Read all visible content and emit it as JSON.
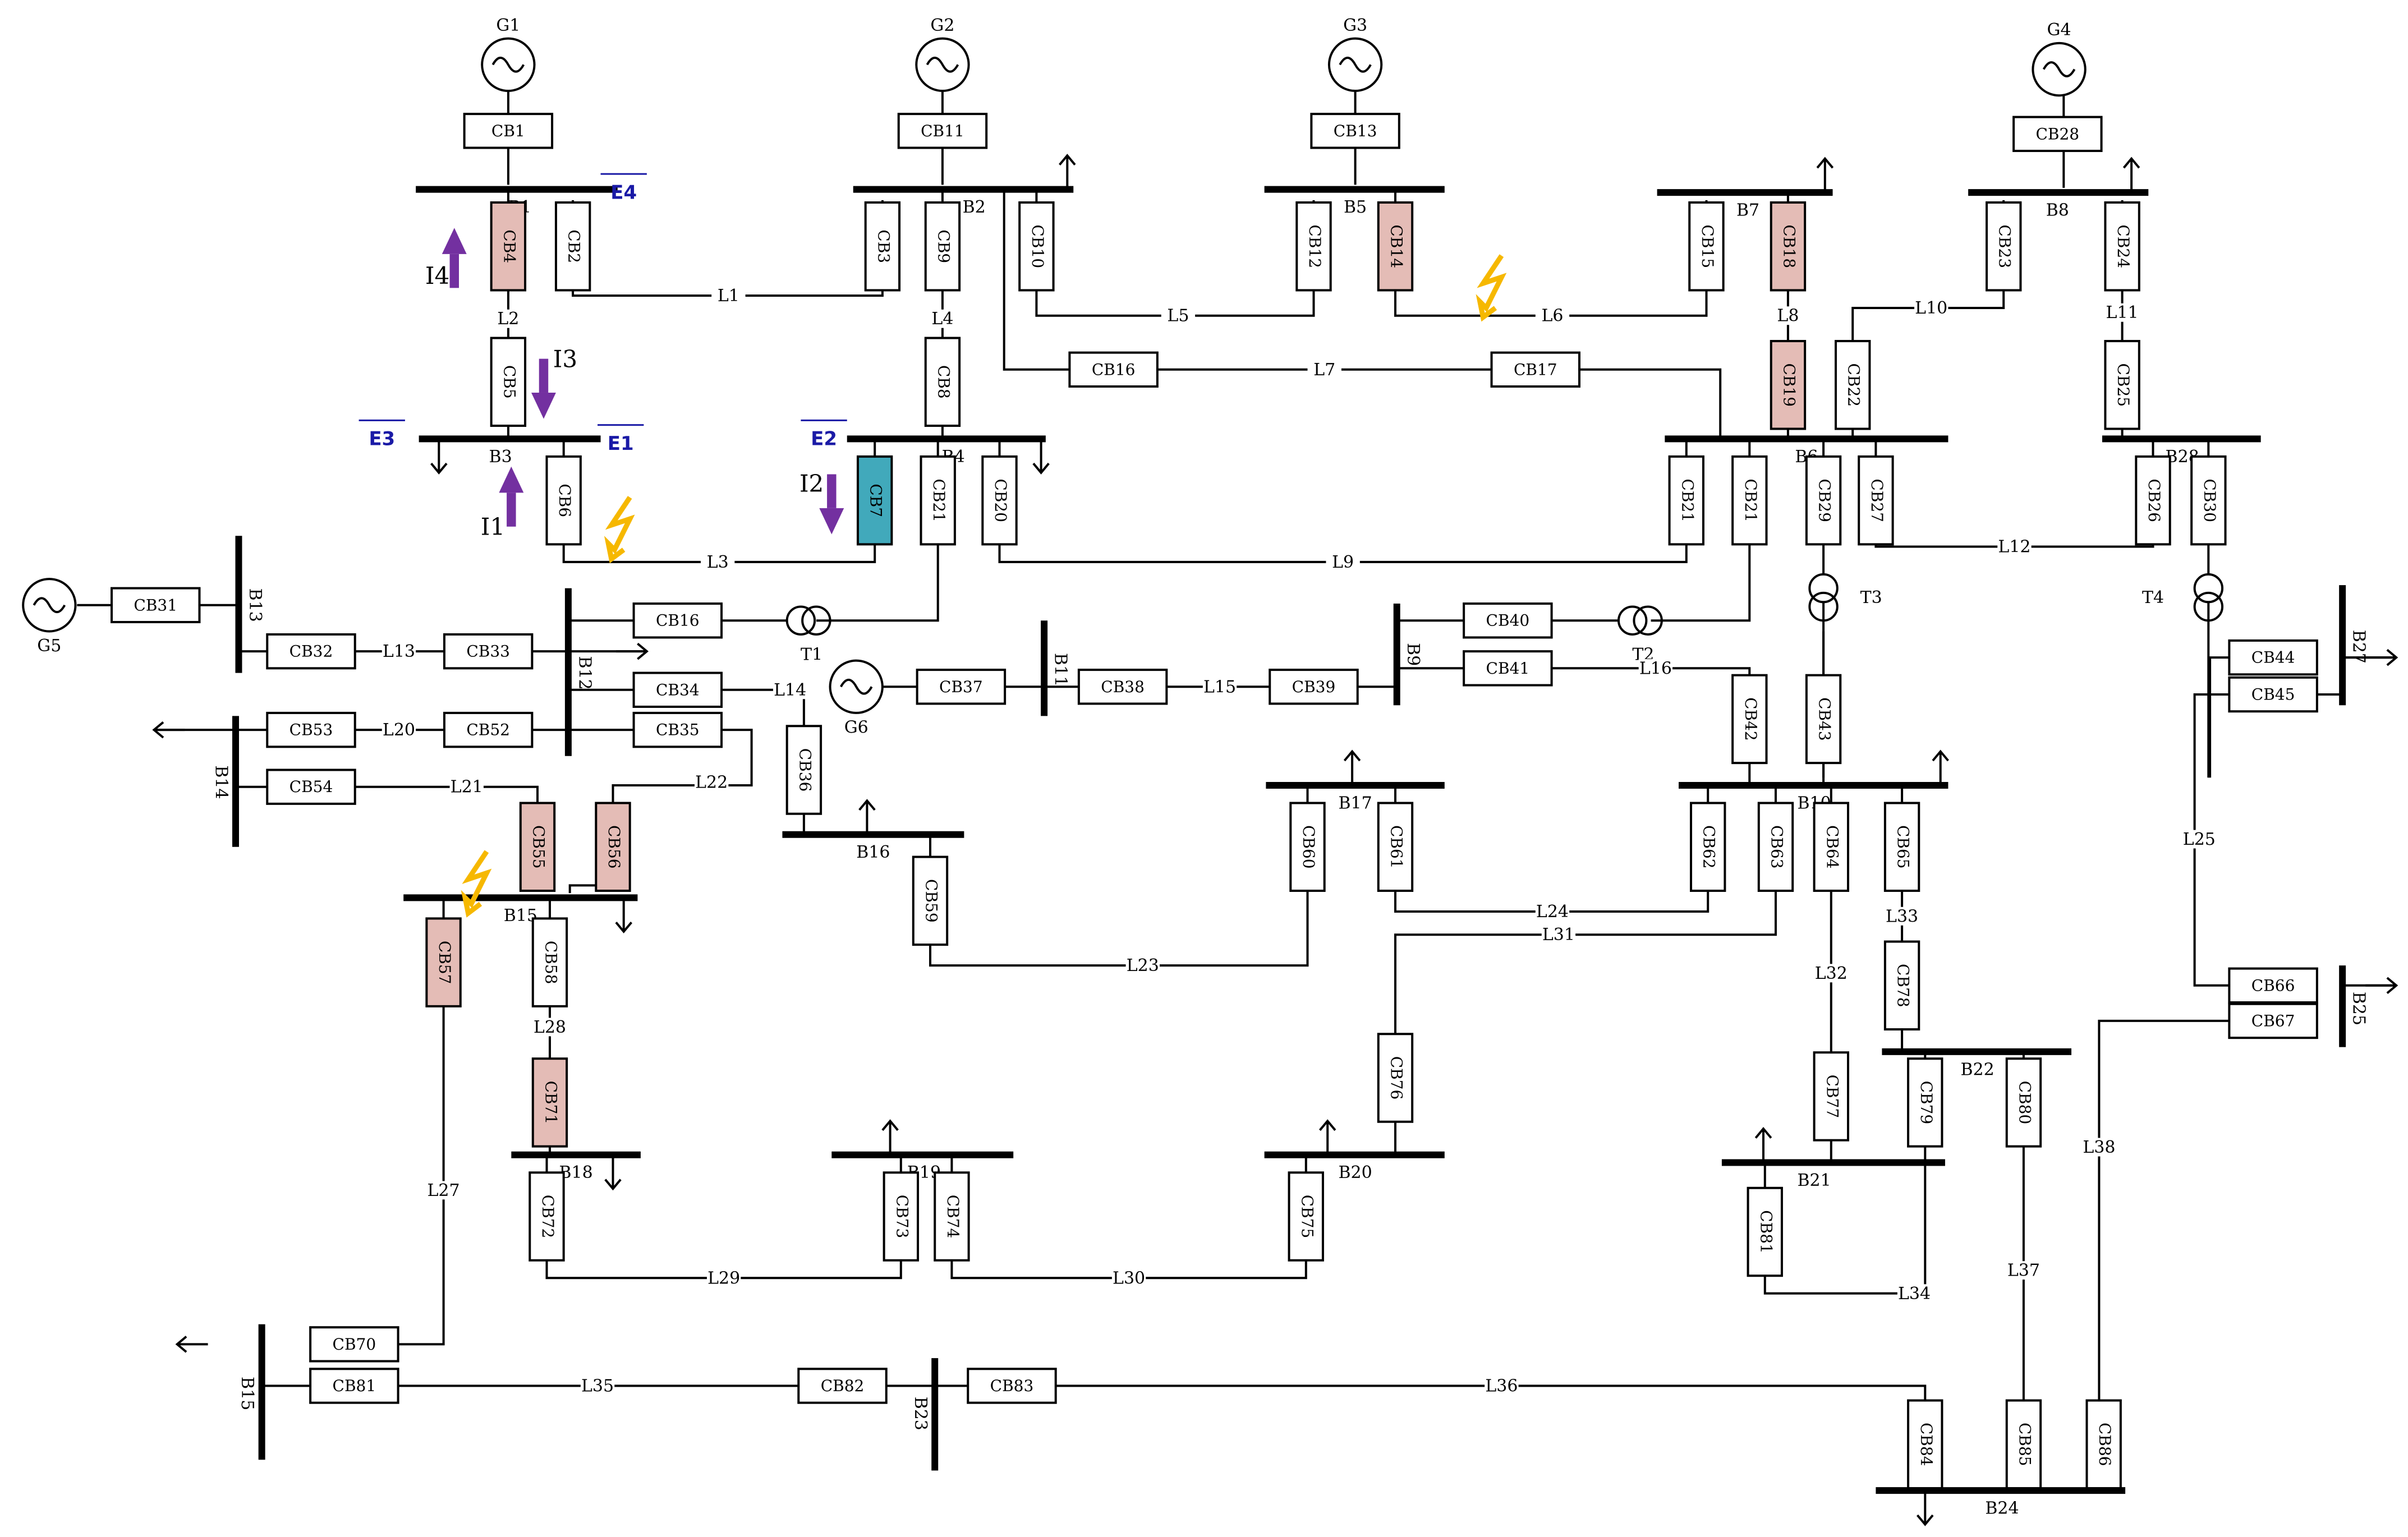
{
  "colors": {
    "line": "#000000",
    "breaker_normal": "#ffffff",
    "breaker_tripped": "#e4bcb6",
    "breaker_primary": "#41a9bb",
    "current_arrow": "#7330a0",
    "fault": "#f6b800",
    "relay_mark": "#1a1aa6"
  },
  "generators": [
    {
      "id": "G1",
      "label": "G1"
    },
    {
      "id": "G2",
      "label": "G2"
    },
    {
      "id": "G3",
      "label": "G3"
    },
    {
      "id": "G4",
      "label": "G4"
    },
    {
      "id": "G5",
      "label": "G5"
    },
    {
      "id": "G6",
      "label": "G6"
    }
  ],
  "transformers": [
    {
      "id": "T1",
      "label": "T1"
    },
    {
      "id": "T2",
      "label": "T2"
    },
    {
      "id": "T3",
      "label": "T3"
    },
    {
      "id": "T4",
      "label": "T4"
    }
  ],
  "buses": [
    {
      "id": "B1",
      "label": "B1"
    },
    {
      "id": "B2",
      "label": "B2"
    },
    {
      "id": "B3",
      "label": "B3"
    },
    {
      "id": "B4",
      "label": "B4"
    },
    {
      "id": "B5",
      "label": "B5"
    },
    {
      "id": "B6",
      "label": "B6"
    },
    {
      "id": "B7",
      "label": "B7"
    },
    {
      "id": "B8",
      "label": "B8"
    },
    {
      "id": "B9",
      "label": "B9"
    },
    {
      "id": "B10",
      "label": "B10"
    },
    {
      "id": "B11",
      "label": "B11"
    },
    {
      "id": "B12",
      "label": "B12"
    },
    {
      "id": "B13",
      "label": "B13"
    },
    {
      "id": "B14",
      "label": "B14"
    },
    {
      "id": "B15a",
      "label": "B15"
    },
    {
      "id": "B16",
      "label": "B16"
    },
    {
      "id": "B17",
      "label": "B17"
    },
    {
      "id": "B18",
      "label": "B18"
    },
    {
      "id": "B19",
      "label": "B19"
    },
    {
      "id": "B20",
      "label": "B20"
    },
    {
      "id": "B21",
      "label": "B21"
    },
    {
      "id": "B22",
      "label": "B22"
    },
    {
      "id": "B23",
      "label": "B23"
    },
    {
      "id": "B24",
      "label": "B24"
    },
    {
      "id": "B25",
      "label": "B25"
    },
    {
      "id": "B27",
      "label": "B27"
    },
    {
      "id": "B28",
      "label": "B28"
    },
    {
      "id": "B15b",
      "label": "B15"
    }
  ],
  "lines": [
    "L1",
    "L2",
    "L3",
    "L4",
    "L5",
    "L6",
    "L7",
    "L8",
    "L9",
    "L10",
    "L11",
    "L12",
    "L13",
    "L14",
    "L15",
    "L16",
    "L20",
    "L21",
    "L22",
    "L23",
    "L24",
    "L25",
    "L27",
    "L28",
    "L29",
    "L30",
    "L31",
    "L32",
    "L33",
    "L34",
    "L35",
    "L36",
    "L37",
    "L38"
  ],
  "breakers": [
    {
      "id": "cb1",
      "label": "CB1",
      "state": "normal"
    },
    {
      "id": "cb11",
      "label": "CB11",
      "state": "normal"
    },
    {
      "id": "cb13",
      "label": "CB13",
      "state": "normal"
    },
    {
      "id": "cb28",
      "label": "CB28",
      "state": "normal"
    },
    {
      "id": "cb4",
      "label": "CB4",
      "state": "tripped"
    },
    {
      "id": "cb2",
      "label": "CB2",
      "state": "normal"
    },
    {
      "id": "cb3",
      "label": "CB3",
      "state": "normal"
    },
    {
      "id": "cb9",
      "label": "CB9",
      "state": "normal"
    },
    {
      "id": "cb10",
      "label": "CB10",
      "state": "normal"
    },
    {
      "id": "cb12",
      "label": "CB12",
      "state": "normal"
    },
    {
      "id": "cb14",
      "label": "CB14",
      "state": "tripped"
    },
    {
      "id": "cb15",
      "label": "CB15",
      "state": "normal"
    },
    {
      "id": "cb18",
      "label": "CB18",
      "state": "tripped"
    },
    {
      "id": "cb23",
      "label": "CB23",
      "state": "normal"
    },
    {
      "id": "cb24",
      "label": "CB24",
      "state": "normal"
    },
    {
      "id": "cb5",
      "label": "CB5",
      "state": "normal"
    },
    {
      "id": "cb8",
      "label": "CB8",
      "state": "normal"
    },
    {
      "id": "cb16a",
      "label": "CB16",
      "state": "normal"
    },
    {
      "id": "cb17",
      "label": "CB17",
      "state": "normal"
    },
    {
      "id": "cb19",
      "label": "CB19",
      "state": "tripped"
    },
    {
      "id": "cb22",
      "label": "CB22",
      "state": "normal"
    },
    {
      "id": "cb25",
      "label": "CB25",
      "state": "normal"
    },
    {
      "id": "cb6",
      "label": "CB6",
      "state": "normal"
    },
    {
      "id": "cb7",
      "label": "CB7",
      "state": "primary"
    },
    {
      "id": "cb21a",
      "label": "CB21",
      "state": "normal"
    },
    {
      "id": "cb20",
      "label": "CB20",
      "state": "normal"
    },
    {
      "id": "cb21b",
      "label": "CB21",
      "state": "normal"
    },
    {
      "id": "cb21c",
      "label": "CB21",
      "state": "normal"
    },
    {
      "id": "cb29",
      "label": "CB29",
      "state": "normal"
    },
    {
      "id": "cb27",
      "label": "CB27",
      "state": "normal"
    },
    {
      "id": "cb26",
      "label": "CB26",
      "state": "normal"
    },
    {
      "id": "cb30",
      "label": "CB30",
      "state": "normal"
    },
    {
      "id": "cb31",
      "label": "CB31",
      "state": "normal"
    },
    {
      "id": "cb32",
      "label": "CB32",
      "state": "normal"
    },
    {
      "id": "cb33",
      "label": "CB33",
      "state": "normal"
    },
    {
      "id": "cb16b",
      "label": "CB16",
      "state": "normal"
    },
    {
      "id": "cb34",
      "label": "CB34",
      "state": "normal"
    },
    {
      "id": "cb35",
      "label": "CB35",
      "state": "normal"
    },
    {
      "id": "cb53",
      "label": "CB53",
      "state": "normal"
    },
    {
      "id": "cb52",
      "label": "CB52",
      "state": "normal"
    },
    {
      "id": "cb54",
      "label": "CB54",
      "state": "normal"
    },
    {
      "id": "cb36",
      "label": "CB36",
      "state": "normal"
    },
    {
      "id": "cb37",
      "label": "CB37",
      "state": "normal"
    },
    {
      "id": "cb38",
      "label": "CB38",
      "state": "normal"
    },
    {
      "id": "cb39",
      "label": "CB39",
      "state": "normal"
    },
    {
      "id": "cb40",
      "label": "CB40",
      "state": "normal"
    },
    {
      "id": "cb41",
      "label": "CB41",
      "state": "normal"
    },
    {
      "id": "cb42",
      "label": "CB42",
      "state": "normal"
    },
    {
      "id": "cb43",
      "label": "CB43",
      "state": "normal"
    },
    {
      "id": "cb44",
      "label": "CB44",
      "state": "normal"
    },
    {
      "id": "cb45",
      "label": "CB45",
      "state": "normal"
    },
    {
      "id": "cb55",
      "label": "CB55",
      "state": "tripped"
    },
    {
      "id": "cb56",
      "label": "CB56",
      "state": "tripped"
    },
    {
      "id": "cb59",
      "label": "CB59",
      "state": "normal"
    },
    {
      "id": "cb60",
      "label": "CB60",
      "state": "normal"
    },
    {
      "id": "cb61",
      "label": "CB61",
      "state": "normal"
    },
    {
      "id": "cb62",
      "label": "CB62",
      "state": "normal"
    },
    {
      "id": "cb63",
      "label": "CB63",
      "state": "normal"
    },
    {
      "id": "cb64",
      "label": "CB64",
      "state": "normal"
    },
    {
      "id": "cb65",
      "label": "CB65",
      "state": "normal"
    },
    {
      "id": "cb57",
      "label": "CB57",
      "state": "tripped"
    },
    {
      "id": "cb58",
      "label": "CB58",
      "state": "normal"
    },
    {
      "id": "cb78",
      "label": "CB78",
      "state": "normal"
    },
    {
      "id": "cb66",
      "label": "CB66",
      "state": "normal"
    },
    {
      "id": "cb67",
      "label": "CB67",
      "state": "normal"
    },
    {
      "id": "cb71",
      "label": "CB71",
      "state": "tripped"
    },
    {
      "id": "cb76",
      "label": "CB76",
      "state": "normal"
    },
    {
      "id": "cb77",
      "label": "CB77",
      "state": "normal"
    },
    {
      "id": "cb79",
      "label": "CB79",
      "state": "normal"
    },
    {
      "id": "cb80",
      "label": "CB80",
      "state": "normal"
    },
    {
      "id": "cb72",
      "label": "CB72",
      "state": "normal"
    },
    {
      "id": "cb73",
      "label": "CB73",
      "state": "normal"
    },
    {
      "id": "cb74",
      "label": "CB74",
      "state": "normal"
    },
    {
      "id": "cb75",
      "label": "CB75",
      "state": "normal"
    },
    {
      "id": "cb81a",
      "label": "CB81",
      "state": "normal"
    },
    {
      "id": "cb70",
      "label": "CB70",
      "state": "normal"
    },
    {
      "id": "cb81b",
      "label": "CB81",
      "state": "normal"
    },
    {
      "id": "cb82",
      "label": "CB82",
      "state": "normal"
    },
    {
      "id": "cb83",
      "label": "CB83",
      "state": "normal"
    },
    {
      "id": "cb84",
      "label": "CB84",
      "state": "normal"
    },
    {
      "id": "cb85",
      "label": "CB85",
      "state": "normal"
    },
    {
      "id": "cb86",
      "label": "CB86",
      "state": "normal"
    }
  ],
  "currents": [
    {
      "id": "I1",
      "label": "I1"
    },
    {
      "id": "I2",
      "label": "I2"
    },
    {
      "id": "I3",
      "label": "I3"
    },
    {
      "id": "I4",
      "label": "I4"
    }
  ],
  "relays": [
    {
      "id": "r4",
      "label": "E4"
    },
    {
      "id": "r3",
      "label": "E3"
    },
    {
      "id": "r1",
      "label": "E1"
    },
    {
      "id": "r2",
      "label": "E2"
    }
  ]
}
